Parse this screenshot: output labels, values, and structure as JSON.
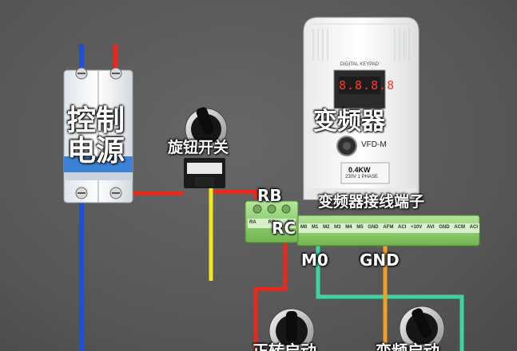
{
  "labels": {
    "control_power": [
      "控制",
      "电源"
    ],
    "knob_switch": "旋钮开关",
    "inverter": "变频器",
    "inverter_terminals": "变频器接线端子",
    "rb": "RB",
    "rc": "RC",
    "m0": "M0",
    "gnd": "GND",
    "bottom_left_partial": "正转启动",
    "bottom_right_partial": "变频启动"
  },
  "inverter_panel": {
    "brand_line": "DIGITAL KEYPAD",
    "display": "8.8.8.8",
    "model": "VFD-M",
    "rating": "0.4KW",
    "rating_sub": "230V 1 PHASE"
  },
  "terminal_block": {
    "terminals": [
      "M0",
      "M1",
      "M2",
      "M3",
      "M4",
      "M5",
      "GND",
      "AFM",
      "ACI",
      "+10V",
      "AVI",
      "GND",
      "ACM",
      "ACI"
    ],
    "relay_terminals": [
      "RA",
      "RB",
      "RC"
    ]
  },
  "colors": {
    "background": "#5b5b5b",
    "wire_red": "#e8291c",
    "wire_blue": "#1f4fd6",
    "wire_yellow": "#f2e620",
    "wire_green": "#3fd2a5",
    "wire_orange": "#f0a02a",
    "terminal_green": "#8fcf6f"
  }
}
